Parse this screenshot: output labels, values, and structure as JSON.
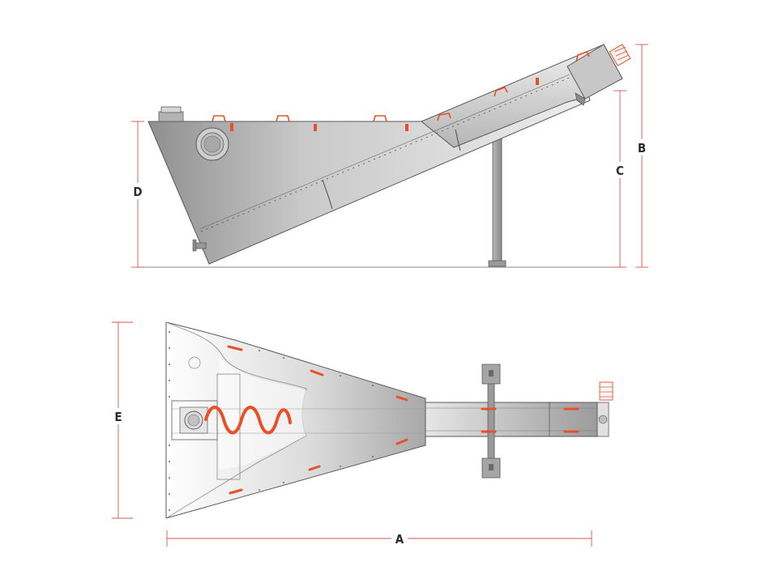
{
  "drawing": {
    "views": [
      "side-elevation",
      "plan-view"
    ],
    "dimensions": {
      "A": "A",
      "B": "B",
      "C": "C",
      "D": "D",
      "E": "E"
    },
    "colors": {
      "dimension_line": "#d9534f",
      "accent": "#e8502a",
      "body_light": "#e4e4e4",
      "body_dark": "#9a9a9a",
      "outline": "#5a5a5a"
    }
  }
}
